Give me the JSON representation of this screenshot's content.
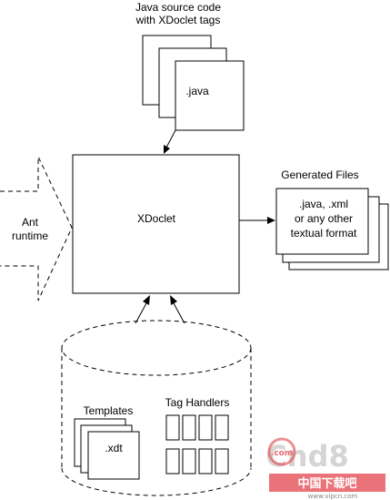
{
  "source": {
    "caption_line1": "Java source code",
    "caption_line2": "with XDoclet tags",
    "file_label": ".java"
  },
  "ant": {
    "line1": "Ant",
    "line2": "runtime"
  },
  "xdoclet": {
    "label": "XDoclet"
  },
  "generated": {
    "caption": "Generated Files",
    "line1": ".java, .xml",
    "line2": "or any other",
    "line3": "textual format"
  },
  "repository": {
    "templates_caption": "Templates",
    "templates_file": ".xdt",
    "tag_handlers_caption": "Tag Handlers"
  },
  "watermark": {
    "brand": "Cnd8",
    "dotcom": ".com",
    "cn_text": "中国下载吧",
    "url": "www.vipcn.com",
    "colors": {
      "red": "#e0303a",
      "gray": "#b8b8b8"
    }
  }
}
